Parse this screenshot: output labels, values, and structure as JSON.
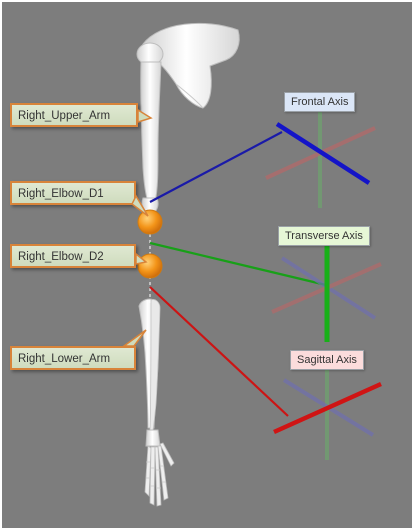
{
  "segments": [
    {
      "id": "upper_arm",
      "label": "Right_Upper_Arm"
    },
    {
      "id": "elbow_d1",
      "label": "Right_Elbow_D1"
    },
    {
      "id": "elbow_d2",
      "label": "Right_Elbow_D2"
    },
    {
      "id": "lower_arm",
      "label": "Right_Lower_Arm"
    }
  ],
  "axes": {
    "frontal": {
      "label": "Frontal Axis",
      "color": "#1a1aa8"
    },
    "transverse": {
      "label": "Transverse Axis",
      "color": "#18a018"
    },
    "sagittal": {
      "label": "Sagittal Axis",
      "color": "#cc1414"
    }
  },
  "colors": {
    "background": "#7d7d7d",
    "joint": "#f39418",
    "label_border": "#d8843a",
    "bone": "#f2f2f2"
  }
}
